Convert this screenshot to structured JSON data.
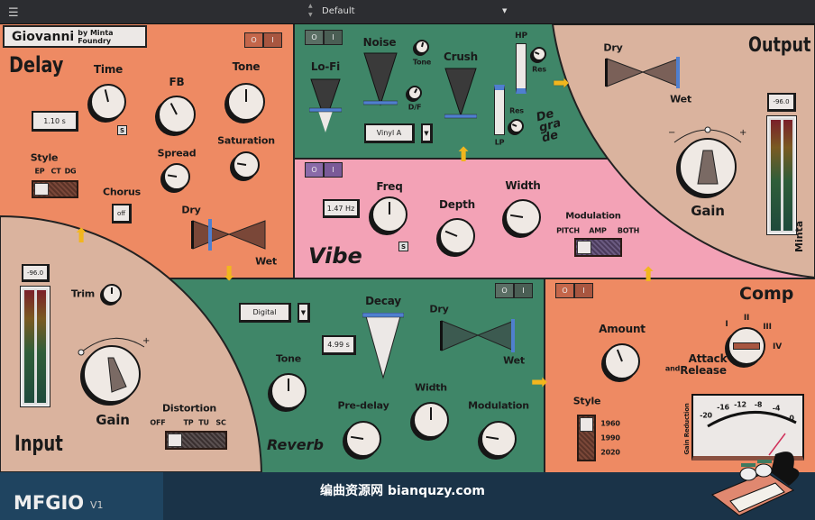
{
  "topbar": {
    "menu_icon": "hamburger-icon",
    "preset": "Default"
  },
  "brand": {
    "name": "Giovanni",
    "by": "by Minta Foundry"
  },
  "power": {
    "off": "O",
    "on": "I"
  },
  "delay": {
    "logo": "Delay",
    "time_label": "Time",
    "time_value": "1.10 s",
    "sync": "S",
    "fb_label": "FB",
    "tone_label": "Tone",
    "spread_label": "Spread",
    "saturation_label": "Saturation",
    "style_label": "Style",
    "style_options": [
      "EP",
      "CT",
      "DG"
    ],
    "chorus_label": "Chorus",
    "chorus_value": "off",
    "dry": "Dry",
    "wet": "Wet",
    "knobs": {
      "time": 0.45,
      "fb": 0.4,
      "tone": 0.5,
      "spread": 0.2,
      "saturation": 0.2
    }
  },
  "degrade": {
    "logo": [
      "De",
      "gra",
      "de"
    ],
    "lofi": "Lo-Fi",
    "noise": "Noise",
    "tone": "Tone",
    "df": "D/F",
    "crush": "Crush",
    "hp": "HP",
    "lp": "LP",
    "res": "Res",
    "noise_type": "Vinyl A",
    "knobs": {
      "tone": 0.55,
      "df": 0.6,
      "hp_res": 0.25,
      "lp_res": 0.25
    },
    "hp_level": 0.05,
    "lp_level": 0.95
  },
  "vibe": {
    "logo": "Vibe",
    "freq_label": "Freq",
    "freq_value": "1.47 Hz",
    "sync": "S",
    "depth_label": "Depth",
    "width_label": "Width",
    "modulation_label": "Modulation",
    "modulation_options": [
      "PITCH",
      "AMP",
      "BOTH"
    ],
    "knobs": {
      "freq": 0.5,
      "depth": 0.25,
      "width": 0.2
    }
  },
  "output": {
    "logo": "Output",
    "dry": "Dry",
    "wet": "Wet",
    "meter_value": "-96.0",
    "gain_label": "Gain",
    "minus": "−",
    "plus": "+",
    "vendor": "Minta",
    "gain": 0.5
  },
  "input": {
    "logo": "Input",
    "meter_value": "-96.0",
    "trim_label": "Trim",
    "gain_label": "Gain",
    "plus": "+",
    "distortion_label": "Distortion",
    "distortion_options": [
      "OFF",
      "TP",
      "TU",
      "SC"
    ],
    "knobs": {
      "trim": 0.5
    },
    "gain": 0.42
  },
  "reverb": {
    "logo": "Reverb",
    "type": "Digital",
    "decay_label": "Decay",
    "decay_value": "4.99 s",
    "dry": "Dry",
    "wet": "Wet",
    "tone_label": "Tone",
    "predelay_label": "Pre-delay",
    "width_label": "Width",
    "modulation_label": "Modulation",
    "knobs": {
      "tone": 0.5,
      "predelay": 0.2,
      "width": 0.5,
      "modulation": 0.2
    }
  },
  "comp": {
    "logo": "Comp",
    "amount_label": "Amount",
    "attack_label": "Attack",
    "and": "and",
    "release_label": "Release",
    "ar_positions": [
      "I",
      "II",
      "III",
      "IV"
    ],
    "style_label": "Style",
    "style_options": [
      "1960",
      "1990",
      "2020"
    ],
    "gr_label": "Gain Reduction",
    "gr_scale": [
      "-20",
      "-16",
      "-12",
      "-8",
      "-4",
      "0"
    ],
    "knobs": {
      "amount": 0.42
    }
  },
  "footer": {
    "product": "MFGIO",
    "version": "V1",
    "watermark": "编曲资源网 bianquzy.com"
  }
}
